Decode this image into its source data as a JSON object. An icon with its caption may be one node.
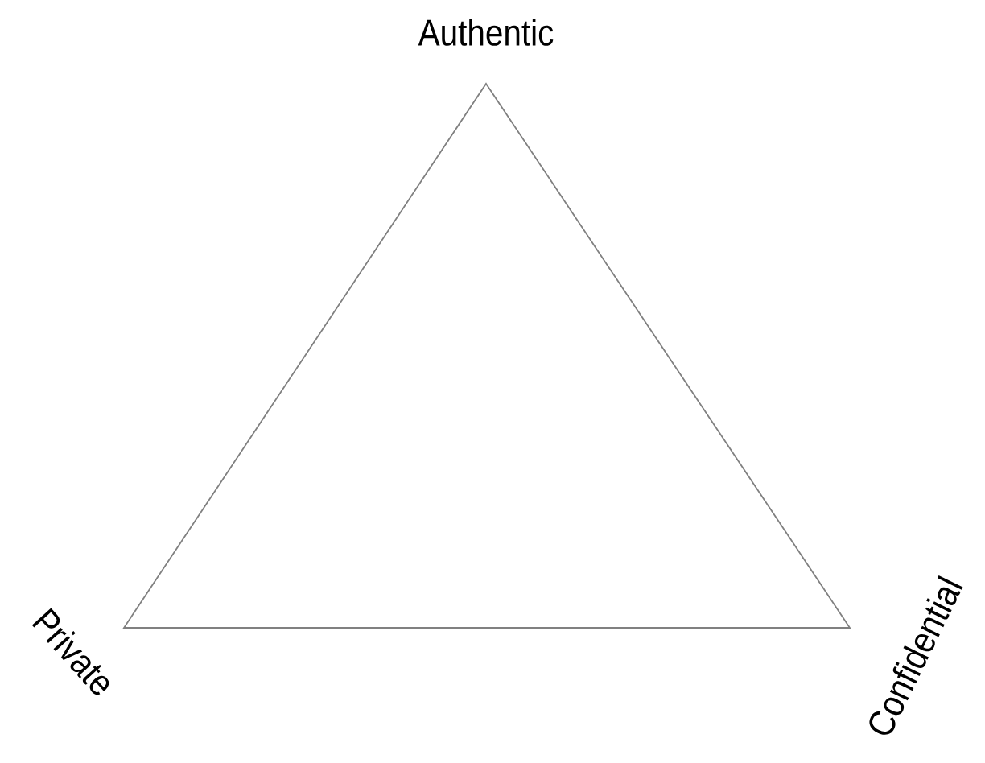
{
  "diagram": {
    "labels": [
      "Authentic",
      "Private",
      "Confidential"
    ]
  }
}
